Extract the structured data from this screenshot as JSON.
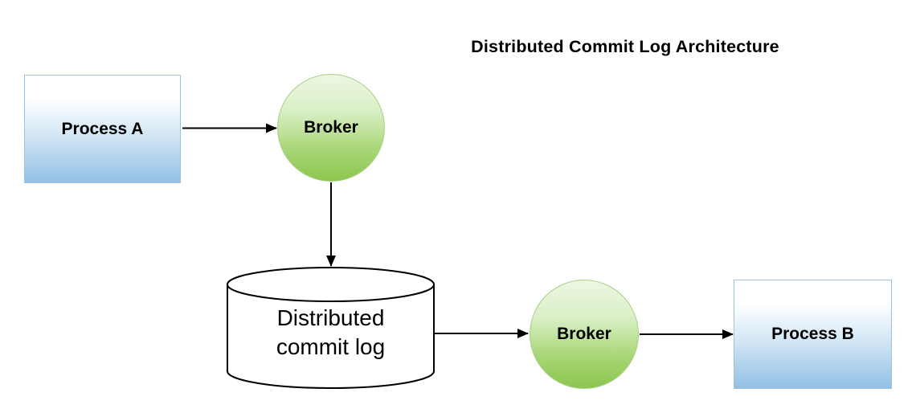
{
  "title": "Distributed Commit Log Architecture",
  "nodes": {
    "process_a": {
      "label": "Process A",
      "shape": "rectangle"
    },
    "broker_1": {
      "label": "Broker",
      "shape": "circle"
    },
    "commit_log": {
      "label_line1": "Distributed",
      "label_line2": "commit log",
      "shape": "cylinder"
    },
    "broker_2": {
      "label": "Broker",
      "shape": "circle"
    },
    "process_b": {
      "label": "Process B",
      "shape": "rectangle"
    }
  },
  "edges": [
    {
      "from": "Process A",
      "to": "Broker (upper)"
    },
    {
      "from": "Broker (upper)",
      "to": "Distributed commit log"
    },
    {
      "from": "Distributed commit log",
      "to": "Broker (lower)"
    },
    {
      "from": "Broker (lower)",
      "to": "Process B"
    }
  ],
  "colors": {
    "background": "#ffffff",
    "text": "#000000",
    "outline": "#000000",
    "process_gradient_top": "#ffffff",
    "process_gradient_bottom": "#92c0e4",
    "process_border": "#9fc3dd",
    "broker_gradient_top": "#edf7e4",
    "broker_gradient_bottom": "#8dc64f",
    "broker_border": "#a9cf85",
    "cylinder_fill": "#ffffff"
  }
}
